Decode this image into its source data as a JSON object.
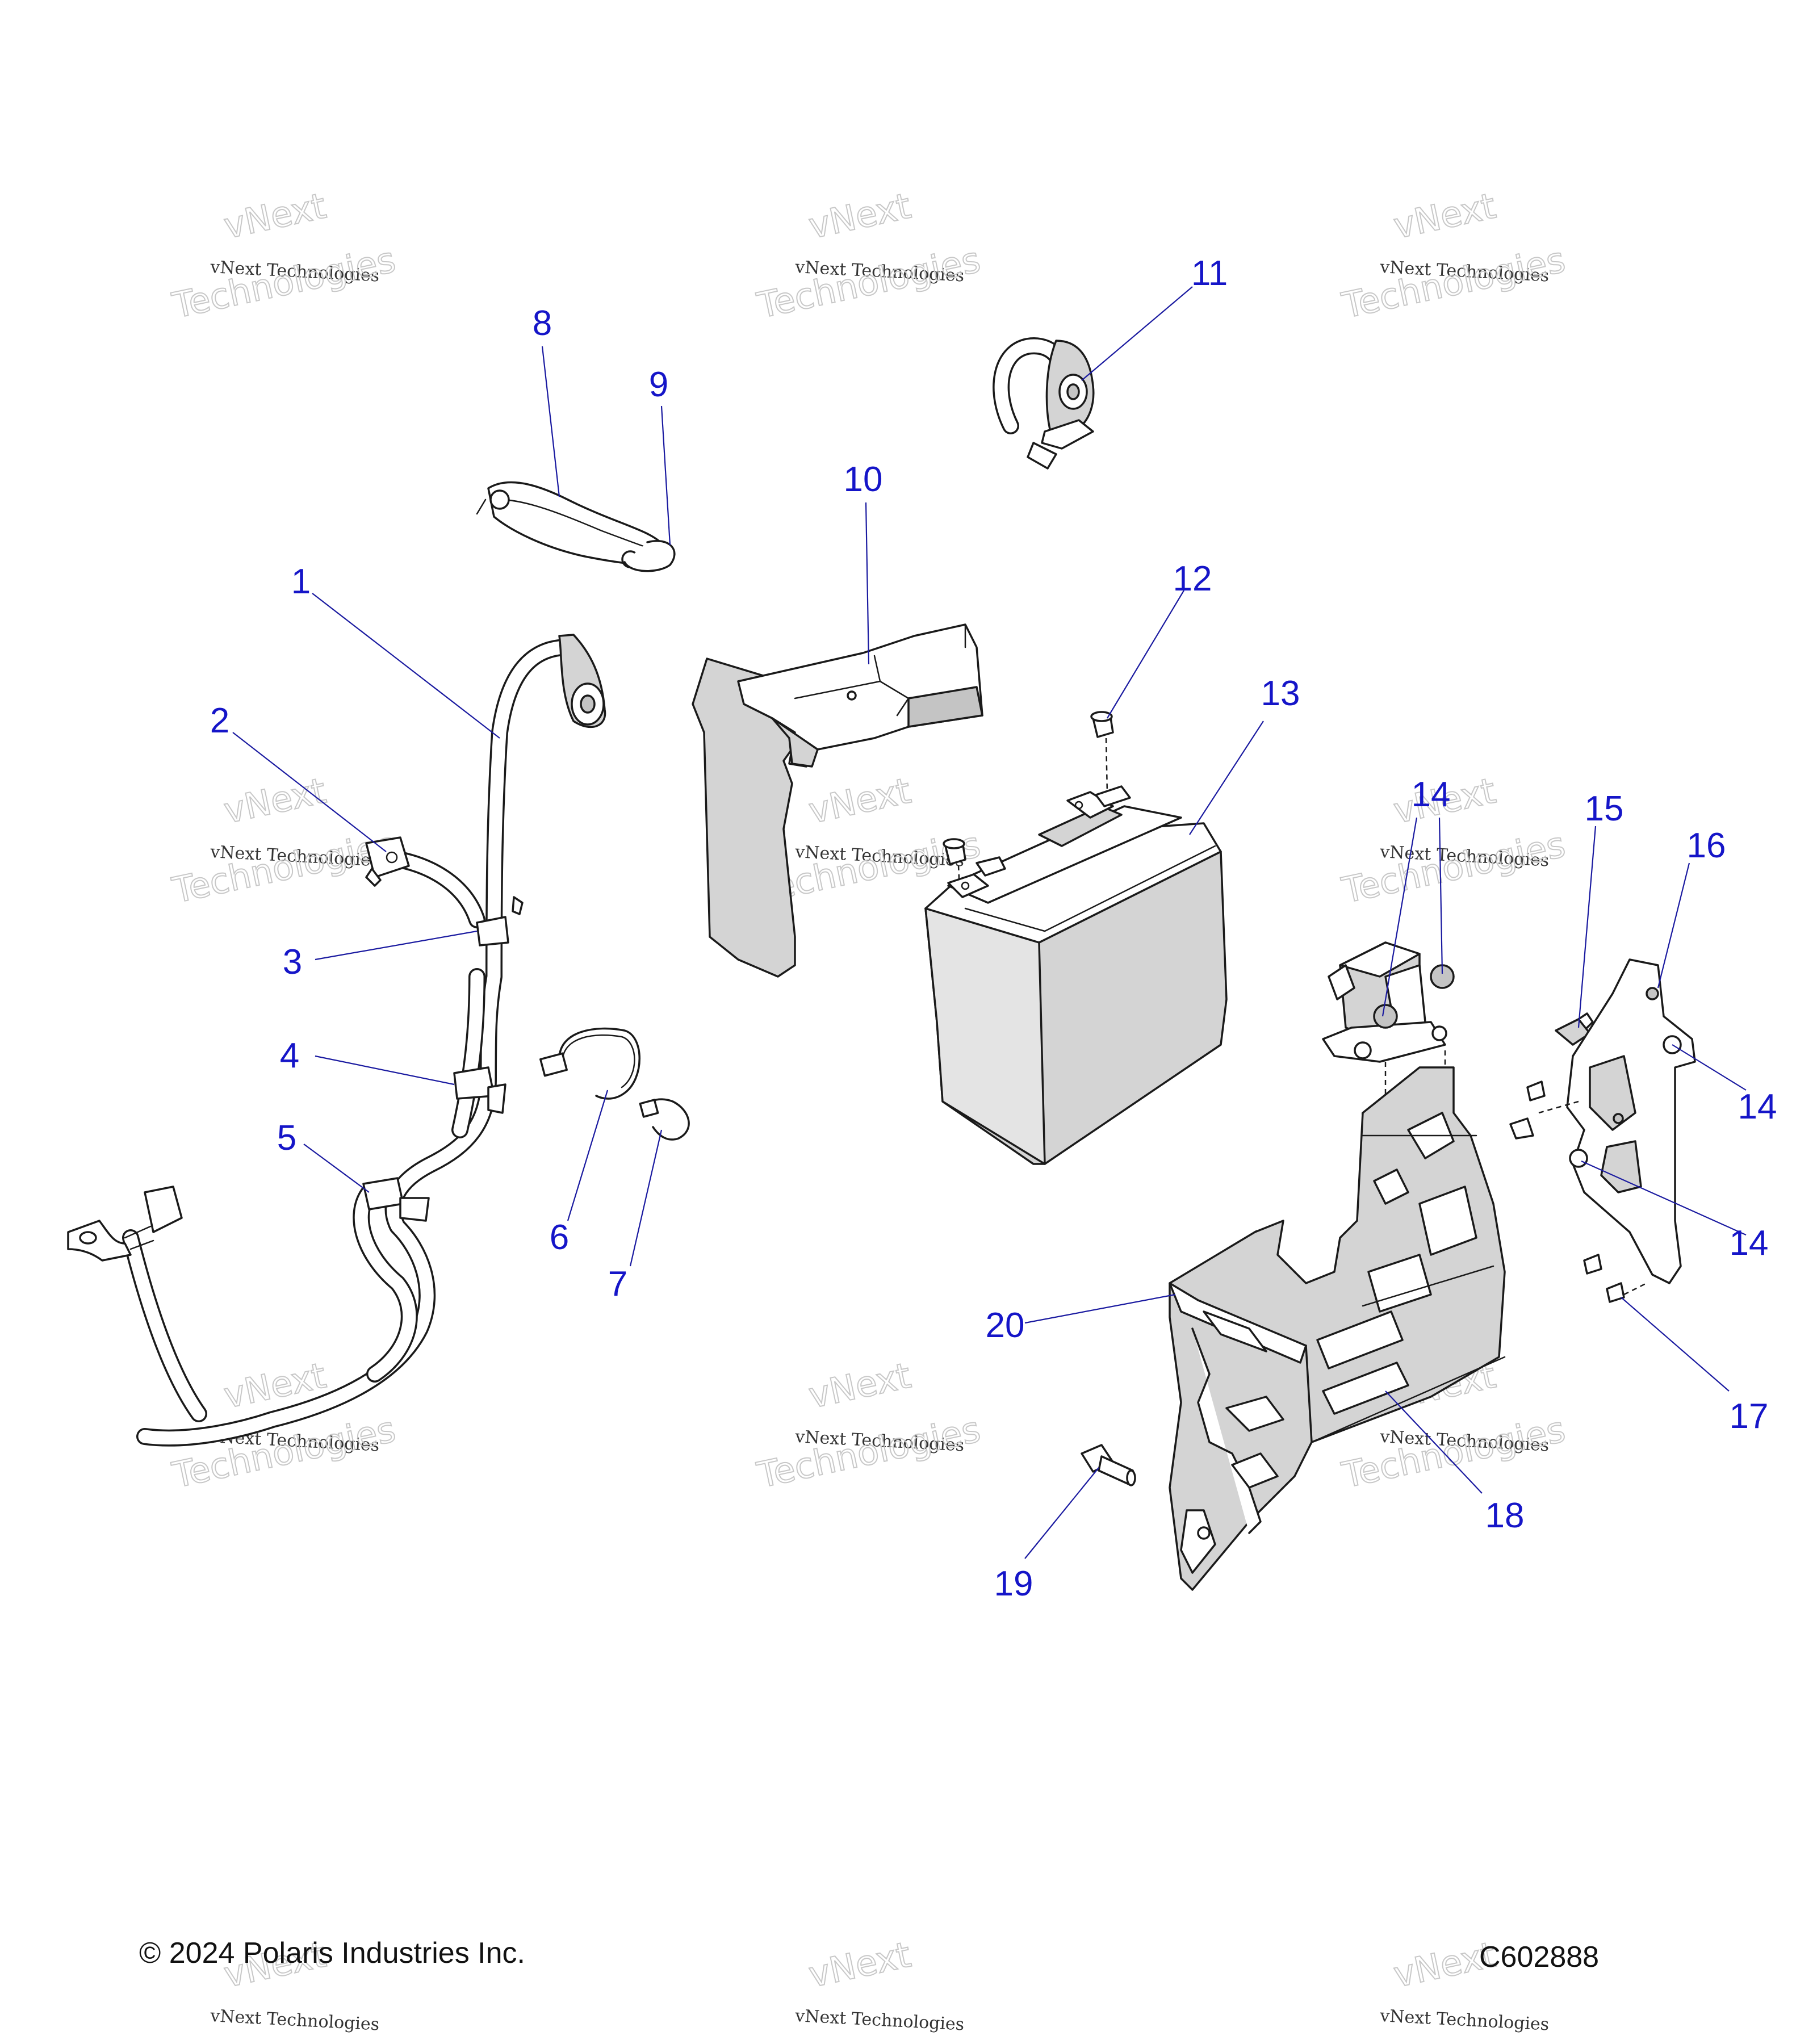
{
  "diagram": {
    "callouts": [
      {
        "id": "c1",
        "label": "1"
      },
      {
        "id": "c2",
        "label": "2"
      },
      {
        "id": "c3",
        "label": "3"
      },
      {
        "id": "c4",
        "label": "4"
      },
      {
        "id": "c5",
        "label": "5"
      },
      {
        "id": "c6",
        "label": "6"
      },
      {
        "id": "c7",
        "label": "7"
      },
      {
        "id": "c8",
        "label": "8"
      },
      {
        "id": "c9",
        "label": "9"
      },
      {
        "id": "c10",
        "label": "10"
      },
      {
        "id": "c11",
        "label": "11"
      },
      {
        "id": "c12",
        "label": "12"
      },
      {
        "id": "c13",
        "label": "13"
      },
      {
        "id": "c14a",
        "label": "14"
      },
      {
        "id": "c14b",
        "label": "14"
      },
      {
        "id": "c14c",
        "label": "14"
      },
      {
        "id": "c15",
        "label": "15"
      },
      {
        "id": "c16",
        "label": "16"
      },
      {
        "id": "c17",
        "label": "17"
      },
      {
        "id": "c18",
        "label": "18"
      },
      {
        "id": "c19",
        "label": "19"
      },
      {
        "id": "c20",
        "label": "20"
      }
    ],
    "callout_color": "#1515c8"
  },
  "watermark": {
    "line1": "vNext Technologies",
    "line2": "vNext",
    "line3": "Technologies"
  },
  "footer": {
    "copyright": "© 2024 Polaris Industries Inc.",
    "code": "C602888"
  }
}
